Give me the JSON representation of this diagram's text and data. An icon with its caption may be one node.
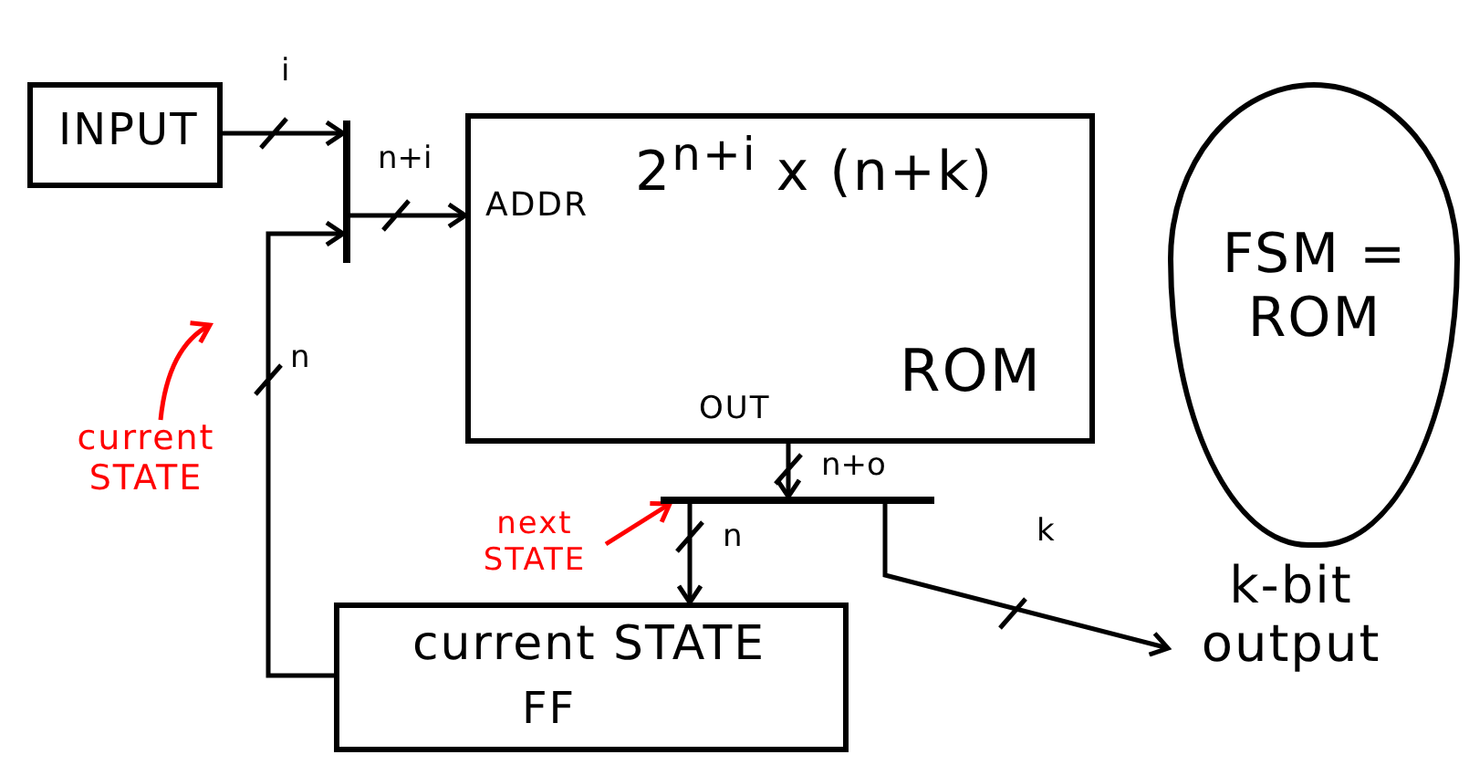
{
  "diagram": {
    "nodes": [
      {
        "text": [
          "INPUT"
        ]
      },
      {
        "text": [],
        "shape": "bar"
      },
      {
        "text": [
          "ADDR",
          "2$^{n+i}$ x (n+k)",
          "ROM",
          "OUT"
        ]
      },
      {
        "text": [],
        "shape": "bar"
      },
      {
        "text": [
          "current STATE",
          "FF"
        ]
      },
      {
        "text": [
          "k-bit output"
        ]
      },
      {
        "text": [
          "FSM = ROM"
        ]
      },
      {
        "text": [
          "current STATE"
        ]
      },
      {
        "text": [
          "next STATE"
        ]
      }
    ],
    "edges": [
      {
        "from": 0,
        "to": 1,
        "arrow": "to",
        "label": "i"
      },
      {
        "from": 4,
        "to": 1,
        "arrow": "to",
        "label": "n"
      },
      {
        "from": 1,
        "to": 2,
        "arrow": "to",
        "label": "n+i"
      },
      {
        "from": 2,
        "to": 3,
        "arrow": "to",
        "label": "n+o"
      },
      {
        "from": 3,
        "to": 4,
        "arrow": "to",
        "label": "n"
      },
      {
        "from": 3,
        "to": 5,
        "arrow": "to",
        "label": "k"
      },
      {
        "from": 7,
        "to": null,
        "arrow": "to",
        "color": "#ff0000"
      },
      {
        "from": 8,
        "to": 3,
        "arrow": "to",
        "color": "#ff0000"
      }
    ]
  }
}
